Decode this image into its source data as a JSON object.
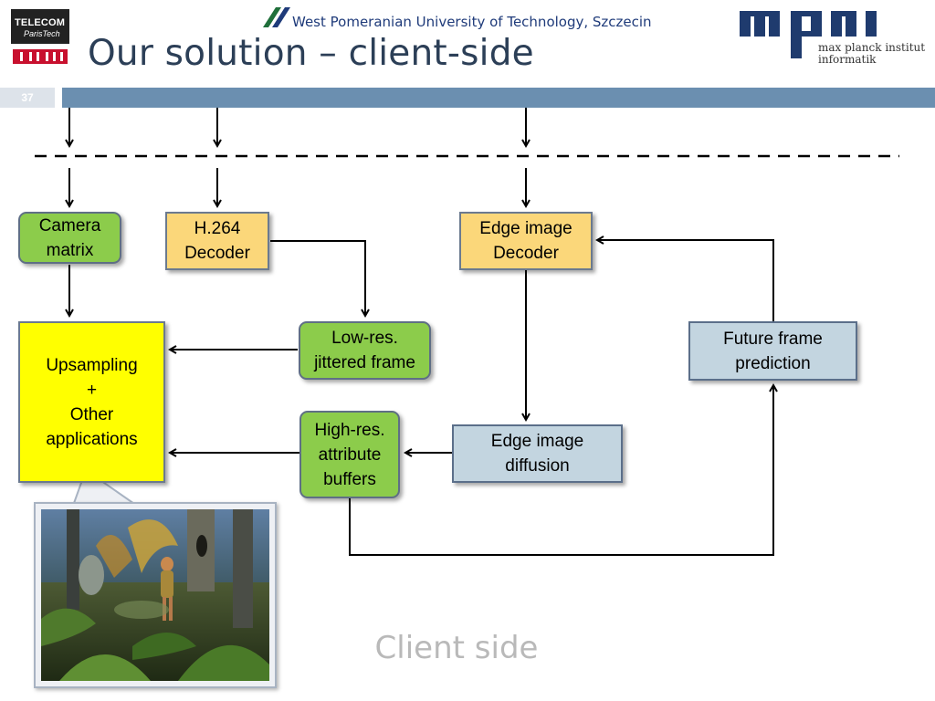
{
  "header": {
    "title": "Our solution – client-side",
    "university": "West Pomeranian University of Technology, Szczecin",
    "telecom_line1": "TELECOM",
    "telecom_line2": "ParisTech",
    "mpi_line1": "max planck institut",
    "mpi_line2": "informatik",
    "slide_number": "37"
  },
  "diagram": {
    "camera_matrix": [
      "Camera",
      "matrix"
    ],
    "h264_decoder": [
      "H.264",
      "Decoder"
    ],
    "edge_image_decoder": [
      "Edge image",
      "Decoder"
    ],
    "low_res_frame": [
      "Low-res.",
      "jittered frame"
    ],
    "future_frame_prediction": [
      "Future frame",
      "prediction"
    ],
    "upsampling": [
      "Upsampling",
      "+",
      "Other",
      "applications"
    ],
    "high_res_buffers": [
      "High-res.",
      "attribute",
      "buffers"
    ],
    "edge_image_diffusion": [
      "Edge image",
      "diffusion"
    ],
    "footer_label": "Client side"
  },
  "colors": {
    "title": "#2c3f57",
    "slide_bar": "#6b8fb0",
    "green_box": "#8ccc4b",
    "orange_box": "#fbd77a",
    "blue_box": "#c3d5e0",
    "yellow_box": "#ffff00"
  }
}
